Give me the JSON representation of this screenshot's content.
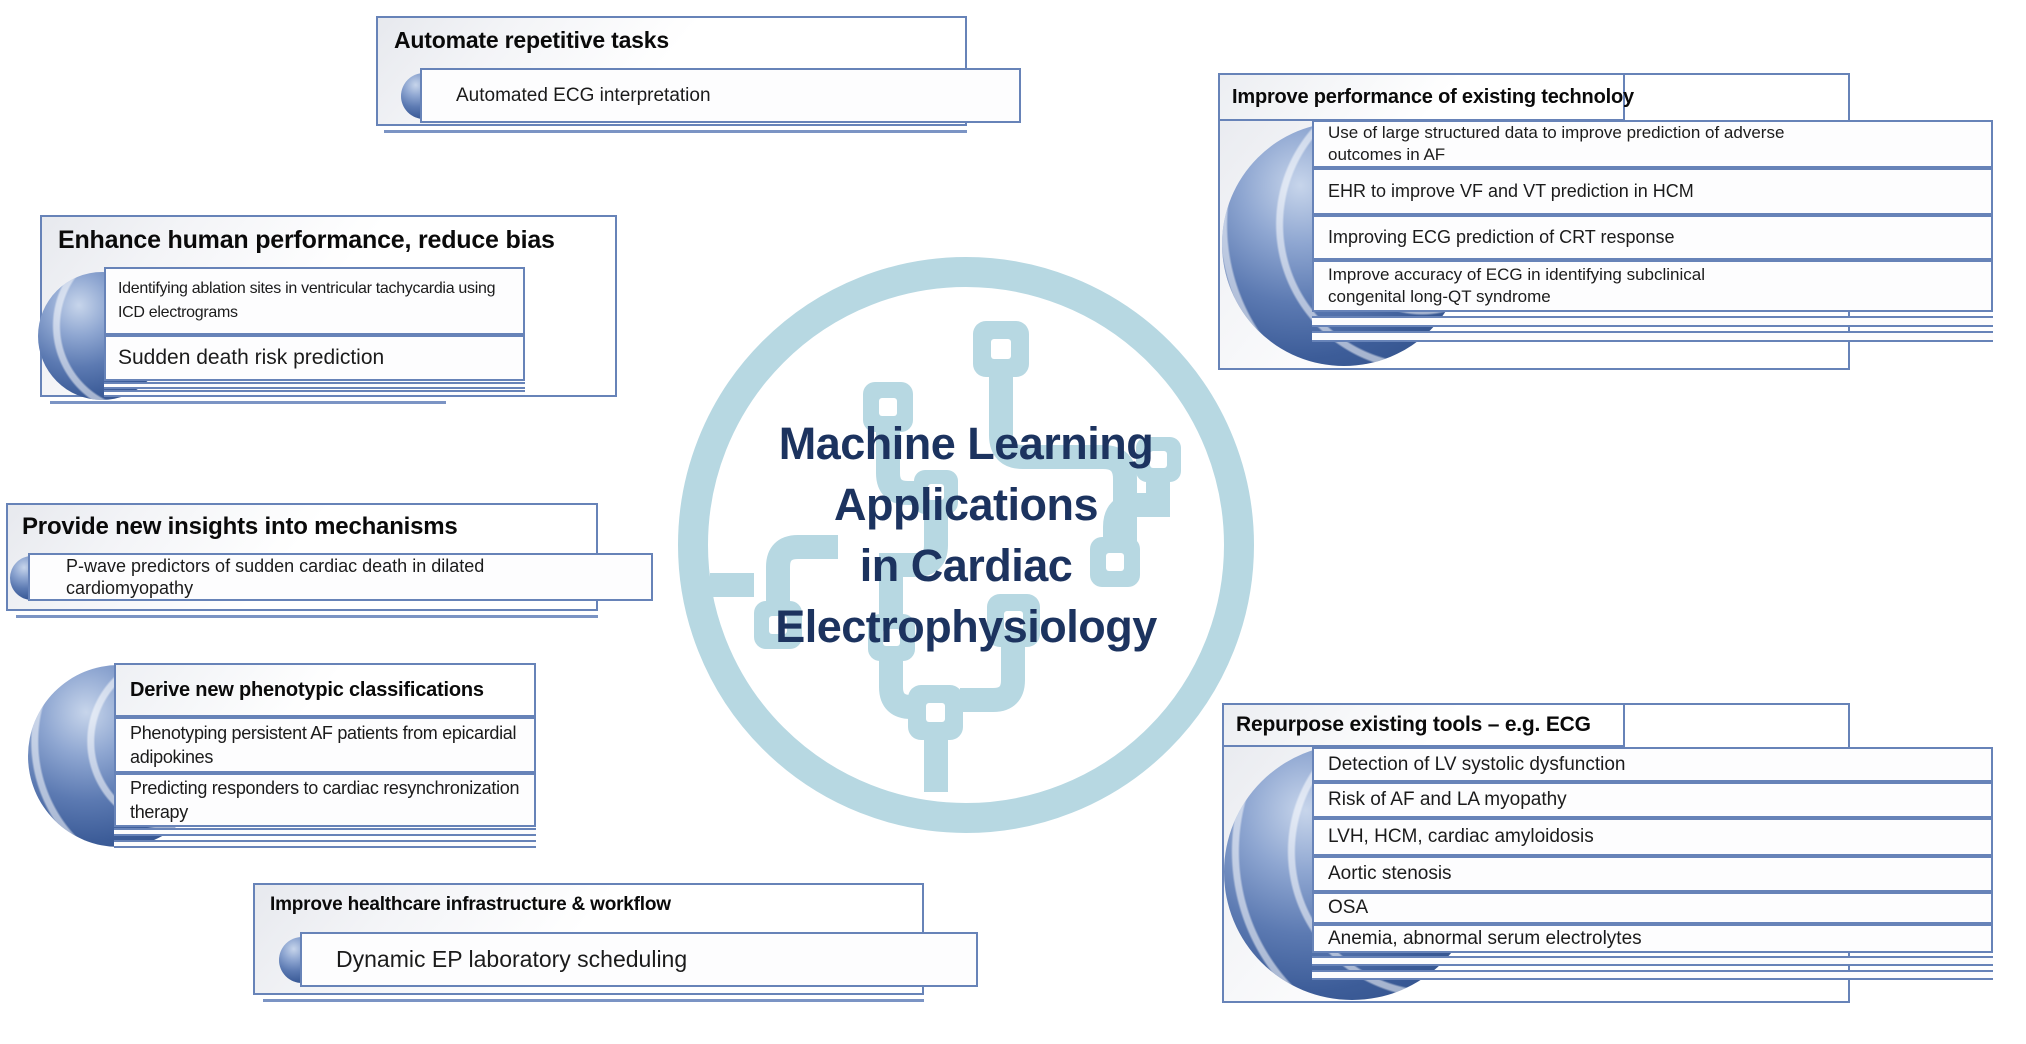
{
  "colors": {
    "box_border": "#6783b8",
    "ring_blue": "#b7d8e2",
    "center_text": "#1c335f",
    "sphere_blue": "#3d5d99",
    "title_text": "#0a0a0a",
    "item_text": "#1b1b1b"
  },
  "center": {
    "title_lines": [
      "Machine Learning",
      "Applications",
      "in Cardiac",
      "Electrophysiology"
    ]
  },
  "groups": {
    "automate": {
      "title": "Automate repetitive tasks",
      "items": [
        "Automated ECG interpretation"
      ]
    },
    "enhance": {
      "title": "Enhance human performance, reduce bias",
      "items": [
        "Identifying ablation sites in ventricular tachycardia using ICD electrograms",
        "Sudden death risk prediction"
      ]
    },
    "insights": {
      "title": "Provide new insights into mechanisms",
      "items": [
        "P-wave predictors of sudden cardiac death in dilated cardiomyopathy"
      ]
    },
    "phenotypic": {
      "title": "Derive new phenotypic classifications",
      "items": [
        "Phenotyping persistent AF patients from epicardial adipokines",
        "Predicting responders to cardiac resynchronization therapy"
      ]
    },
    "workflow": {
      "title": "Improve healthcare infrastructure & workflow",
      "items": [
        "Dynamic EP laboratory scheduling"
      ]
    },
    "technology": {
      "title": "Improve performance of existing technoloy",
      "items": [
        "Use of large structured data to improve prediction of adverse outcomes in AF",
        "EHR to improve VF and VT prediction in HCM",
        "Improving ECG prediction of CRT response",
        "Improve accuracy of ECG in identifying subclinical congenital long-QT syndrome"
      ]
    },
    "repurpose": {
      "title": "Repurpose existing tools – e.g. ECG",
      "items": [
        "Detection of LV systolic dysfunction",
        "Risk of AF and LA myopathy",
        "LVH, HCM,  cardiac amyloidosis",
        "Aortic stenosis",
        "OSA",
        "Anemia, abnormal serum electrolytes"
      ]
    }
  }
}
